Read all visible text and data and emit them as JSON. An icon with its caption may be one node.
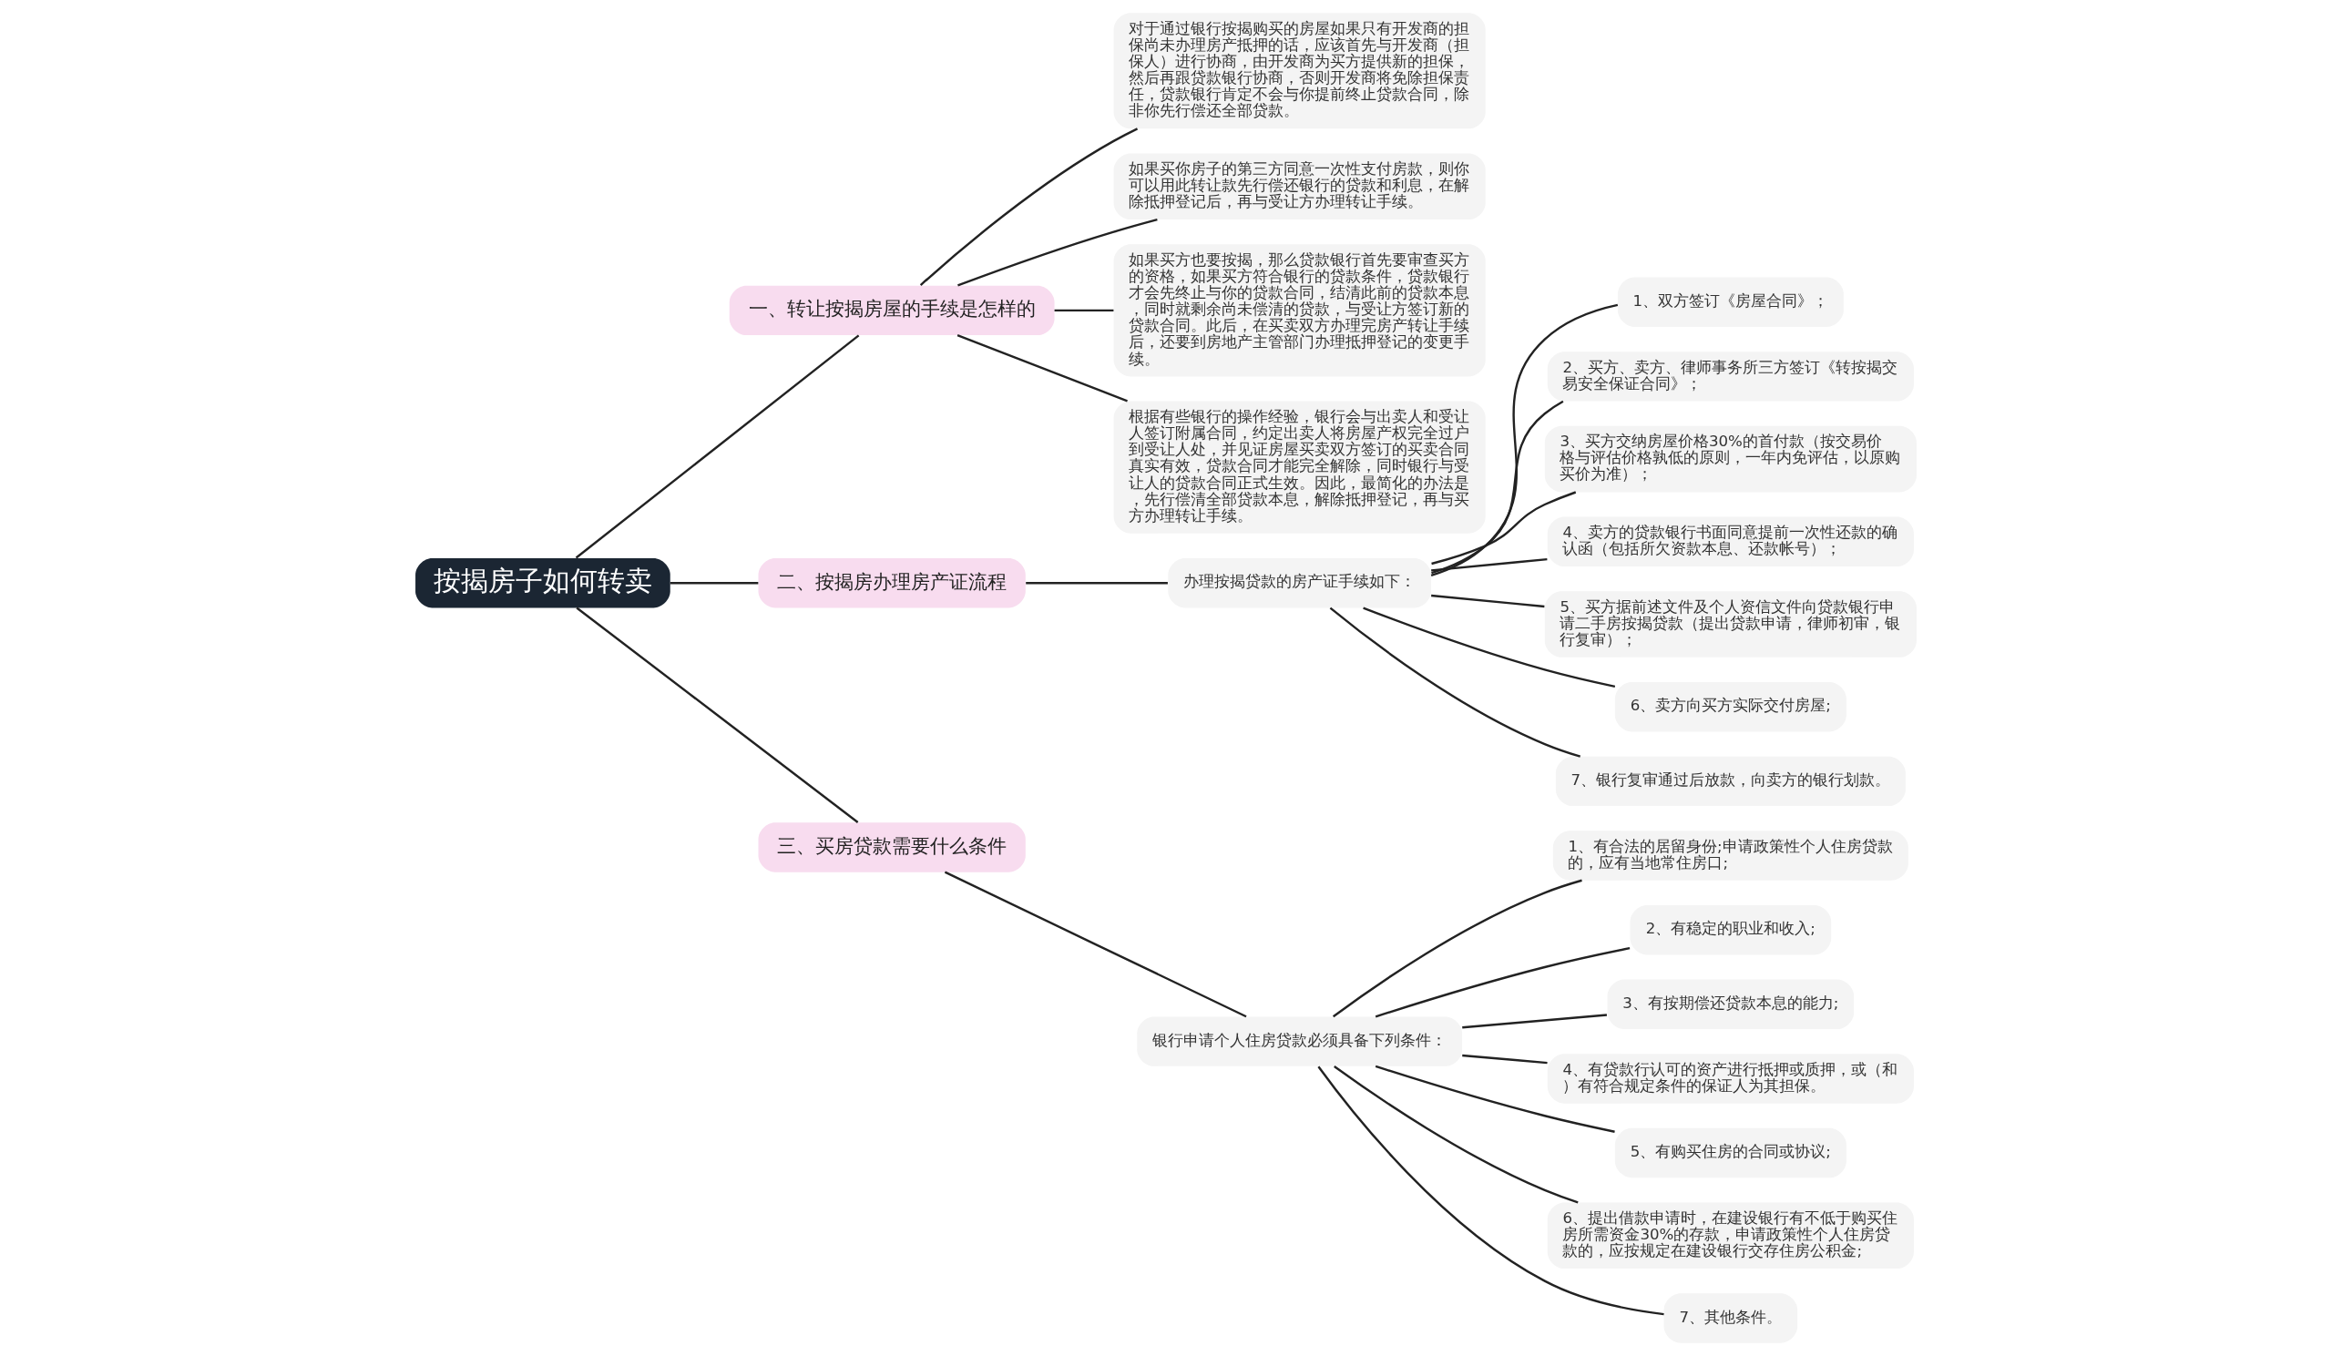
{
  "diagram": {
    "nodes": [
      {
        "text": [
          "按揭房子如何转卖"
        ]
      },
      {
        "text": [
          "一、转让按揭房屋的手续是怎样的"
        ]
      },
      {
        "text": [
          "对于通过银行按揭购买的房屋如果只有开发商的担保尚未办理房产抵押的话，应该首先与开发商（担保人）进行协商，由开发商为买方提供新的担保，然后再跟贷款银行协商，否则开发商将免除担保责任，贷款银行肯定不会与你提前终止贷款合同，除非你先行偿还全部贷款。"
        ]
      },
      {
        "text": [
          "如果买你房子的第三方同意一次性支付房款，则你可以用此转让款先行偿还银行的贷款和利息，在解除抵押登记后，再与受让方办理转让手续。"
        ]
      },
      {
        "text": [
          "如果买方也要按揭，那么贷款银行首先要审查买方的资格，如果买方符合银行的贷款条件，贷款银行才会先终止与你的贷款合同，结清此前的贷款本息，同时就剩余尚未偿清的贷款，与受让方签订新的贷款合同。此后，在买卖双方办理完房产转让手续后，还要到房地产主管部门办理抵押登记的变更手续。"
        ]
      },
      {
        "text": [
          "根据有些银行的操作经验，银行会与出卖人和受让人签订附属合同，约定出卖人将房屋产权完全过户到受让人处，并见证房屋买卖双方签订的买卖合同真实有效，贷款合同才能完全解除，同时银行与受让人的贷款合同正式生效。因此，最简化的办法是，先行偿清全部贷款本息，解除抵押登记，再与买方办理转让手续。"
        ]
      },
      {
        "text": [
          "二、按揭房办理房产证流程"
        ]
      },
      {
        "text": [
          "办理按揭贷款的房产证手续如下："
        ]
      },
      {
        "text": [
          "1、双方签订《房屋合同》；"
        ]
      },
      {
        "text": [
          "2、买方、卖方、律师事务所三方签订《转按揭交易安全保证合同》；"
        ]
      },
      {
        "text": [
          "3、买方交纳房屋价格30%的首付款（按交易价格与评估价格孰低的原则，一年内免评估，以原购买价为准）；"
        ]
      },
      {
        "text": [
          "4、卖方的贷款银行书面同意提前一次性还款的确认函（包括所欠资款本息、还款帐号）；"
        ]
      },
      {
        "text": [
          "5、买方据前述文件及个人资信文件向贷款银行申请二手房按揭贷款（提出贷款申请，律师初审，银行复审）；"
        ]
      },
      {
        "text": [
          "6、卖方向买方实际交付房屋;"
        ]
      },
      {
        "text": [
          "7、银行复审通过后放款，向卖方的银行划款。"
        ]
      },
      {
        "text": [
          "三、买房贷款需要什么条件"
        ]
      },
      {
        "text": [
          "银行申请个人住房贷款必须具备下列条件："
        ]
      },
      {
        "text": [
          "1、有合法的居留身份;申请政策性个人住房贷款的，应有当地常住房口;"
        ]
      },
      {
        "text": [
          "2、有稳定的职业和收入;"
        ]
      },
      {
        "text": [
          "3、有按期偿还贷款本息的能力;"
        ]
      },
      {
        "text": [
          "4、有贷款行认可的资产进行抵押或质押，或（和）有符合规定条件的保证人为其担保。"
        ]
      },
      {
        "text": [
          "5、有购买住房的合同或协议;"
        ]
      },
      {
        "text": [
          "6、提出借款申请时，在建设银行有不低于购买住房所需资金30%的存款，申请政策性个人住房贷款的，应按规定在建设银行交存住房公积金;"
        ]
      },
      {
        "text": [
          "7、其他条件。"
        ]
      }
    ],
    "edges": [
      {
        "from": 0,
        "to": 1,
        "arrow": "none"
      },
      {
        "from": 1,
        "to": 2,
        "arrow": "none"
      },
      {
        "from": 1,
        "to": 3,
        "arrow": "none"
      },
      {
        "from": 1,
        "to": 4,
        "arrow": "none"
      },
      {
        "from": 1,
        "to": 5,
        "arrow": "none"
      },
      {
        "from": 0,
        "to": 6,
        "arrow": "none"
      },
      {
        "from": 6,
        "to": 7,
        "arrow": "none"
      },
      {
        "from": 7,
        "to": 8,
        "arrow": "none"
      },
      {
        "from": 7,
        "to": 9,
        "arrow": "none"
      },
      {
        "from": 7,
        "to": 10,
        "arrow": "none"
      },
      {
        "from": 7,
        "to": 11,
        "arrow": "none"
      },
      {
        "from": 7,
        "to": 12,
        "arrow": "none"
      },
      {
        "from": 7,
        "to": 13,
        "arrow": "none"
      },
      {
        "from": 7,
        "to": 14,
        "arrow": "none"
      },
      {
        "from": 0,
        "to": 15,
        "arrow": "none"
      },
      {
        "from": 15,
        "to": 16,
        "arrow": "none"
      },
      {
        "from": 16,
        "to": 17,
        "arrow": "none"
      },
      {
        "from": 16,
        "to": 18,
        "arrow": "none"
      },
      {
        "from": 16,
        "to": 19,
        "arrow": "none"
      },
      {
        "from": 16,
        "to": 20,
        "arrow": "none"
      },
      {
        "from": 16,
        "to": 21,
        "arrow": "none"
      },
      {
        "from": 16,
        "to": 22,
        "arrow": "none"
      },
      {
        "from": 16,
        "to": 23,
        "arrow": "none"
      }
    ]
  }
}
